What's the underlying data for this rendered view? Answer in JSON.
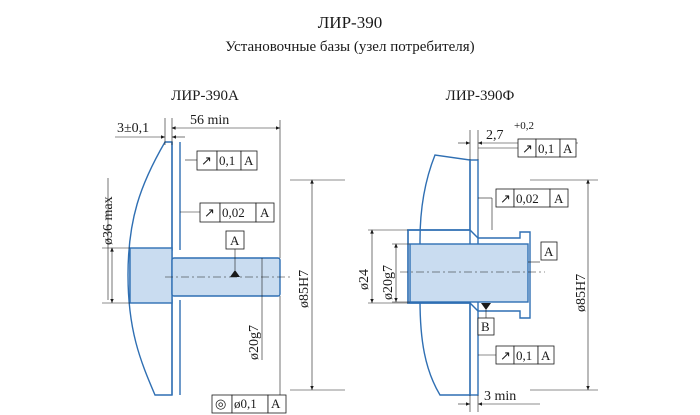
{
  "title": "ЛИР-390",
  "subtitle": "Установочные базы (узел потребителя)",
  "left": {
    "heading": "ЛИР-390А",
    "dim_offset": "3±0,1",
    "dim_length": "56 min",
    "dia_max": "ø36 max",
    "dia_shaft": "ø20g7",
    "dia_bore": "ø85H7",
    "tol_runout_1": {
      "symbol": "↗",
      "value": "0,1",
      "datum": "A"
    },
    "tol_runout_2": {
      "symbol": "↗",
      "value": "0,02",
      "datum": "A"
    },
    "tol_concentric": {
      "symbol": "◎",
      "value": "ø0,1",
      "datum": "A"
    },
    "datum": "A"
  },
  "right": {
    "heading": "ЛИР-390Ф",
    "dim_offset": "2,7",
    "dim_offset_sup": "+0,2",
    "dim_min": "3 min",
    "dia_24": "ø24",
    "dia_20": "ø20g7",
    "dia_bore": "ø85H7",
    "tol_runout_1": {
      "symbol": "↗",
      "value": "0,1",
      "datum": "A"
    },
    "tol_runout_2": {
      "symbol": "↗",
      "value": "0,02",
      "datum": "A"
    },
    "tol_runout_3": {
      "symbol": "↗",
      "value": "0,1",
      "datum": "A"
    },
    "datum_a": "A",
    "datum_b": "B"
  }
}
